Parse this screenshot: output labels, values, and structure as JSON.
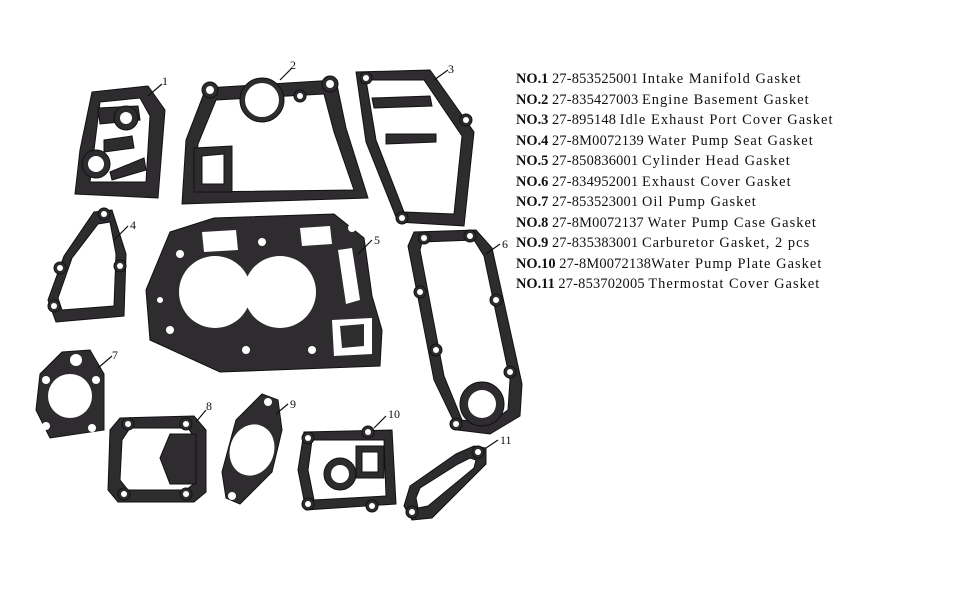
{
  "callouts": [
    "1",
    "2",
    "3",
    "4",
    "5",
    "6",
    "7",
    "8",
    "9",
    "10",
    "11"
  ],
  "parts": [
    {
      "no": "NO.1",
      "part": "27-853525001",
      "name": "Intake Manifold Gasket"
    },
    {
      "no": "NO.2",
      "part": "27-835427003",
      "name": "Engine Basement Gasket"
    },
    {
      "no": "NO.3",
      "part": "27-895148",
      "name": "Idle Exhaust Port Cover Gasket"
    },
    {
      "no": "NO.4",
      "part": "27-8M0072139",
      "name": "Water Pump Seat Gasket"
    },
    {
      "no": "NO.5",
      "part": "27-850836001",
      "name": "Cylinder Head Gasket"
    },
    {
      "no": "NO.6",
      "part": "27-834952001",
      "name": "Exhaust Cover Gasket"
    },
    {
      "no": "NO.7",
      "part": "27-853523001",
      "name": "Oil Pump Gasket"
    },
    {
      "no": "NO.8",
      "part": "27-8M0072137",
      "name": "Water Pump Case Gasket"
    },
    {
      "no": "NO.9",
      "part": "27-835383001",
      "name": "Carburetor Gasket, 2 pcs"
    },
    {
      "no": "NO.10",
      "part": "27-8M0072138",
      "name": "Water Pump Plate Gasket"
    },
    {
      "no": "NO.11",
      "part": "27-853702005",
      "name": "Thermostat Cover Gasket"
    }
  ]
}
